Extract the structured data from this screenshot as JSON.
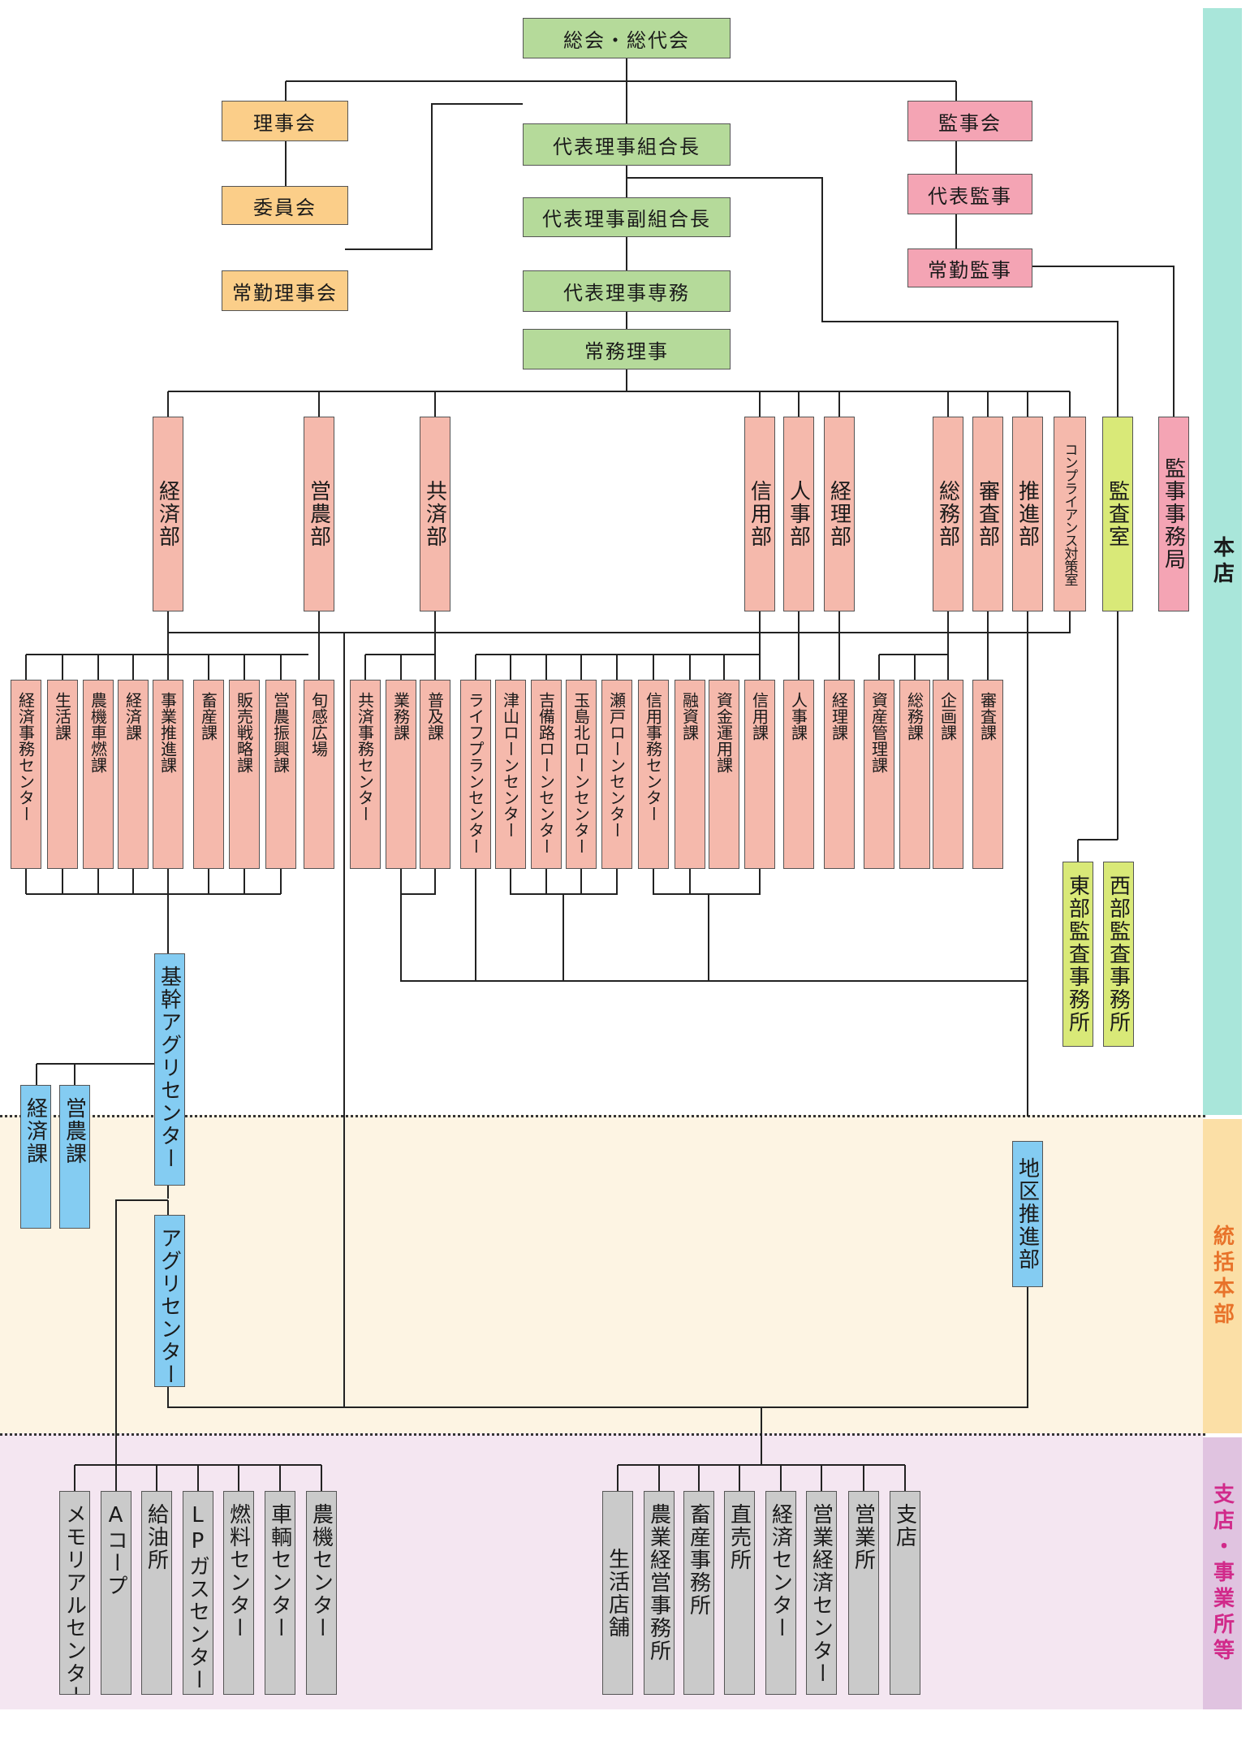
{
  "colors": {
    "main_band": "#a9e6da",
    "region_band": "#fbdfa6",
    "region_bg": "#fdf4e3",
    "branch_band": "#e0c3e0",
    "branch_bg": "#f4e6f1",
    "green": "#b5da9a",
    "orange": "#fbce89",
    "pink": "#f4a4b4",
    "salmon": "#f5b9ac",
    "lime": "#d9e978",
    "blue": "#84ccf2",
    "gray": "#cacaca"
  },
  "sections": {
    "honten": "本店",
    "tokatsu": "統括本部",
    "shiten": "支店・事業所等"
  },
  "top": {
    "general_assembly": "総会・総代会",
    "president": "代表理事組合長",
    "vice_president": "代表理事副組合長",
    "managing_director": "代表理事専務",
    "executive_director": "常務理事"
  },
  "board": {
    "board": "理事会",
    "committee": "委員会",
    "fulltime": "常勤理事会"
  },
  "audit": {
    "auditors": "監事会",
    "rep_auditor": "代表監事",
    "fulltime_auditor": "常勤監事",
    "auditor_office": "監事事務局",
    "audit_room": "監査室",
    "east_office": "東部監査事務所",
    "west_office": "西部監査事務所"
  },
  "departments": {
    "keizai": "経済部",
    "einou": "営農部",
    "kyousai": "共済部",
    "shinyo": "信用部",
    "jinji": "人事部",
    "keiri": "経理部",
    "soumu": "総務部",
    "shinsa": "審査部",
    "suishin": "推進部",
    "compliance": "コンプライアンス対策室"
  },
  "sections_row": {
    "s1": "経済事務センター",
    "s2": "生活課",
    "s3": "農機車燃課",
    "s4": "経済課",
    "s5": "事業推進課",
    "s6": "畜産課",
    "s7": "販売戦略課",
    "s8": "営農振興課",
    "s9": "旬感広場",
    "s10": "共済事務センター",
    "s11": "業務課",
    "s12": "普及課",
    "s13": "ライフプランセンター",
    "s14": "津山ローンセンター",
    "s15": "吉備路ローンセンター",
    "s16": "玉島北ローンセンター",
    "s17": "瀬戸ローンセンター",
    "s18": "信用事務センター",
    "s19": "融資課",
    "s20": "資金運用課",
    "s21": "信用課",
    "s22": "人事課",
    "s23": "経理課",
    "s24": "資産管理課",
    "s25": "総務課",
    "s26": "企画課",
    "s27": "審査課"
  },
  "regional": {
    "core_agri": "基幹アグリセンター",
    "keizai_ka": "経済課",
    "einou_ka": "営農課",
    "agri": "アグリセンター",
    "district": "地区推進部"
  },
  "branches": {
    "b1": "メモリアルセンター",
    "b2": "Aコープ",
    "b3": "給油所",
    "b4": "LPガスセンター",
    "b5": "燃料センター",
    "b6": "車輌センター",
    "b7": "農機センター",
    "b8": "生活店舗",
    "b9": "農業経営事務所",
    "b10": "畜産事務所",
    "b11": "直売所",
    "b12": "経済センター",
    "b13": "営業経済センター",
    "b14": "営業所",
    "b15": "支店"
  }
}
